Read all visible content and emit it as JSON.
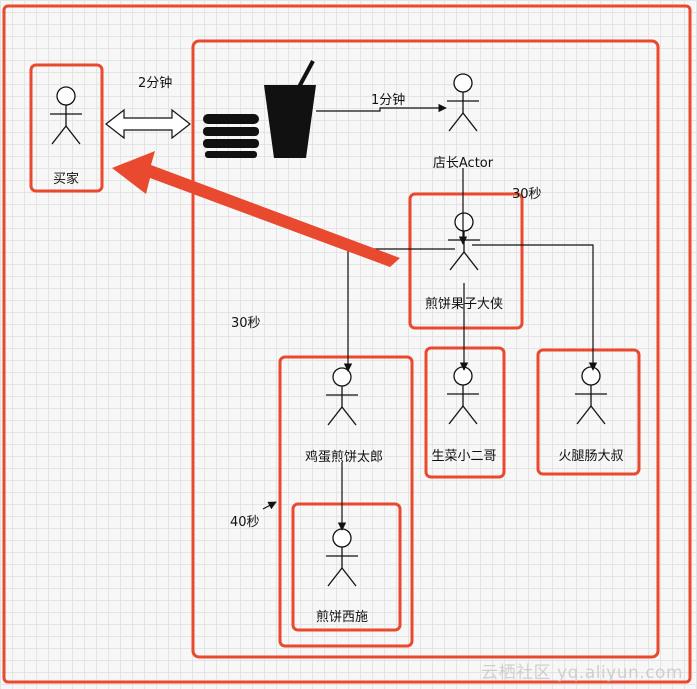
{
  "actors": {
    "buyer": "买家",
    "manager": "店长Actor",
    "hero": "煎饼果子大侠",
    "egg": "鸡蛋煎饼太郎",
    "lettuce": "生菜小二哥",
    "ham": "火腿肠大叔",
    "xishi": "煎饼西施"
  },
  "edges": {
    "buyer_shop": "2分钟",
    "shop_manager": "1分钟",
    "manager_hero": "30秒",
    "hero_children": "30秒",
    "egg_xishi": "40秒"
  },
  "watermark": "云栖社区 yq.aliyun.com",
  "colors": {
    "frame": "#e8492f",
    "line": "#111111",
    "arrow": "#e8492f"
  },
  "icons": [
    "stick-figure-icon",
    "hamburger-icon",
    "drink-cup-icon",
    "double-arrow-icon"
  ]
}
